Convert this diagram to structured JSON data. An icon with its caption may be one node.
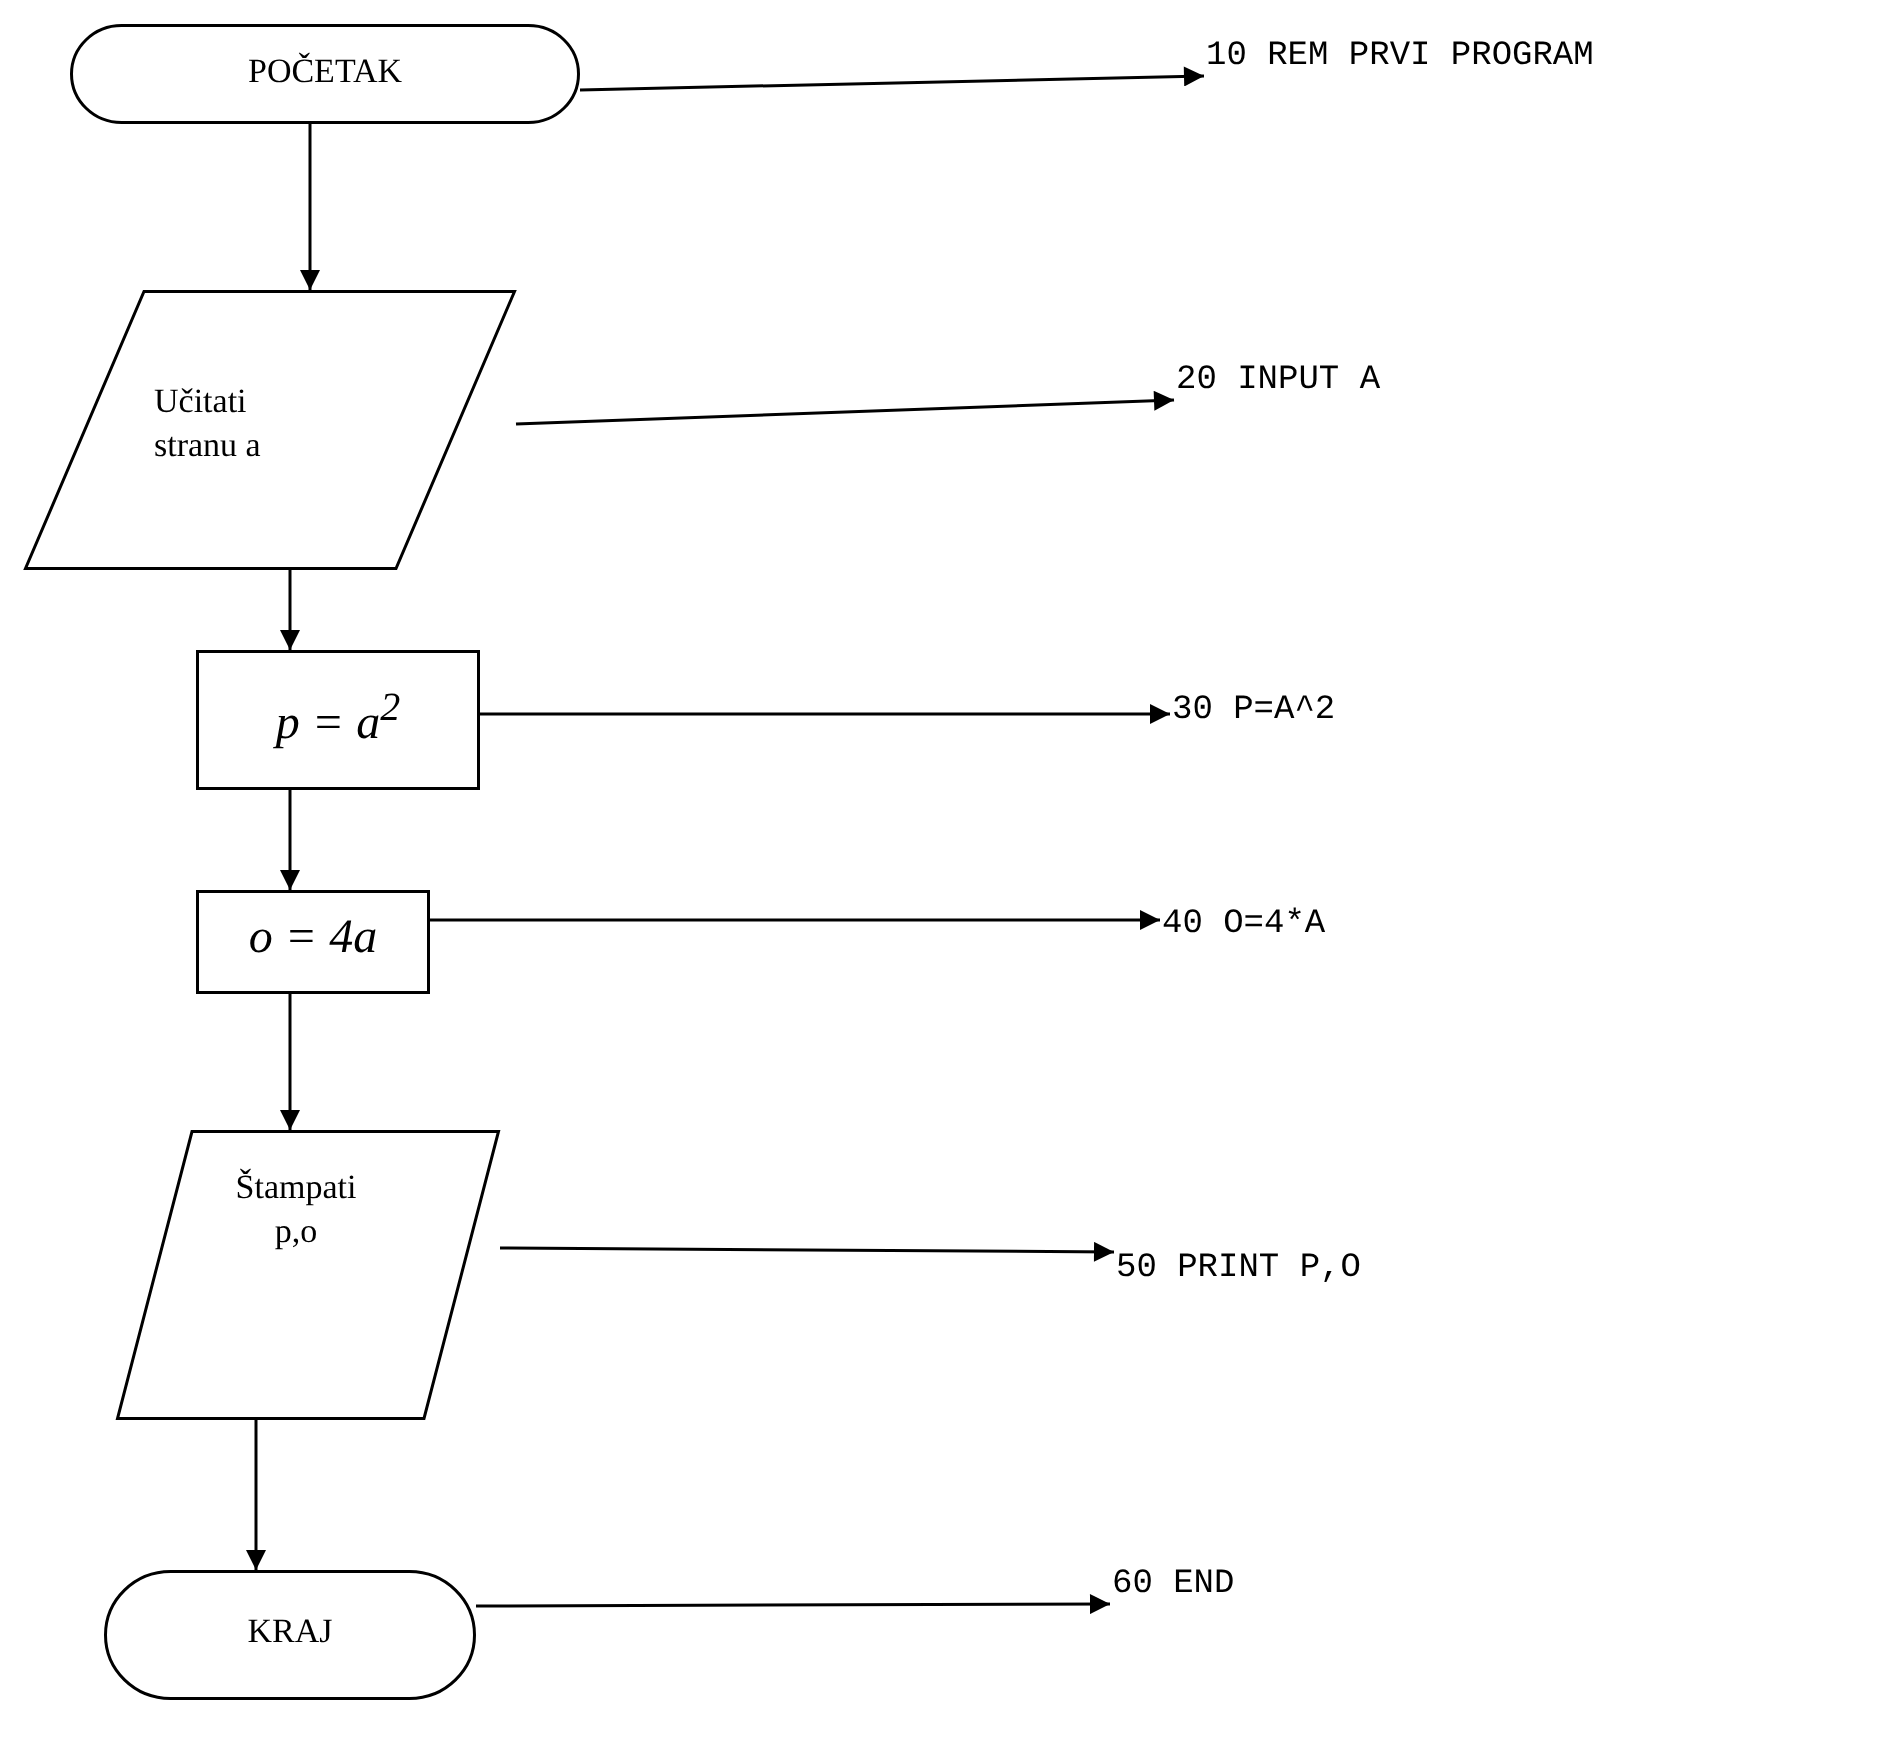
{
  "diagram": {
    "nodes": [
      {
        "text": [
          "POČETAK"
        ]
      },
      {
        "text": [
          "Učitati stranu a"
        ]
      },
      {
        "text": [
          "p = a$^{2}$"
        ]
      },
      {
        "text": [
          "o = 4a"
        ]
      },
      {
        "text": [
          "Štampati p,o"
        ]
      },
      {
        "text": [
          "KRAJ"
        ]
      },
      {
        "text": [
          "10 REM PRVI PROGRAM"
        ]
      },
      {
        "text": [
          "20 INPUT A"
        ]
      },
      {
        "text": [
          "30 P=A^2"
        ]
      },
      {
        "text": [
          "40 O=4*A"
        ]
      },
      {
        "text": [
          "50 PRINT P,O"
        ]
      },
      {
        "text": [
          "60 END"
        ]
      }
    ],
    "edges": [
      {
        "from": 0,
        "to": 1,
        "arrow": "to"
      },
      {
        "from": 1,
        "to": 2,
        "arrow": "to"
      },
      {
        "from": 2,
        "to": 3,
        "arrow": "to"
      },
      {
        "from": 3,
        "to": 4,
        "arrow": "to"
      },
      {
        "from": 4,
        "to": 5,
        "arrow": "to"
      },
      {
        "from": 0,
        "to": 6,
        "arrow": "to"
      },
      {
        "from": 1,
        "to": 7,
        "arrow": "to"
      },
      {
        "from": 2,
        "to": 8,
        "arrow": "to"
      },
      {
        "from": 3,
        "to": 9,
        "arrow": "to"
      },
      {
        "from": 4,
        "to": 10,
        "arrow": "to"
      },
      {
        "from": 5,
        "to": 11,
        "arrow": "to"
      }
    ]
  }
}
